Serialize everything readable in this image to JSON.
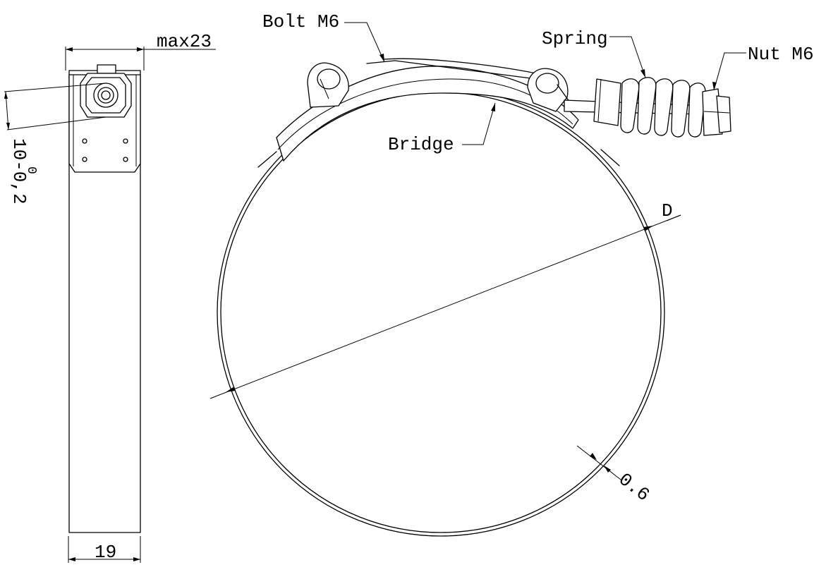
{
  "labels": {
    "bolt": "Bolt M6",
    "spring": "Spring",
    "nut": "Nut M6",
    "bridge": "Bridge",
    "diameter": "D",
    "thickness": "0.6",
    "band_width": "19",
    "max_height": "max23",
    "tol_nominal": "10-0,2",
    "tol_upper": "0"
  },
  "colors": {
    "line": "#000000",
    "background": "#ffffff"
  }
}
